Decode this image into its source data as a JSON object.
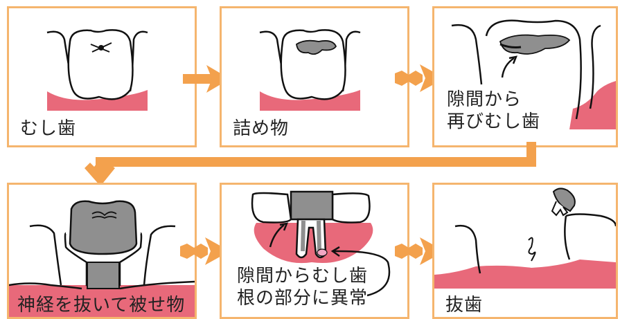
{
  "colors": {
    "border": "#f5b56e",
    "arrow": "#f3a14d",
    "gum": "#e8697a",
    "gray": "#8f8f8f",
    "dark_gray": "#6f6f6f"
  },
  "steps": [
    {
      "caption": "むし歯"
    },
    {
      "caption": "詰め物"
    },
    {
      "caption_line1": "隙間から",
      "caption_line2": "再びむし歯"
    },
    {
      "caption": "神経を抜いて被せ物"
    },
    {
      "caption_line1": "隙間からむし歯",
      "caption_line2": "根の部分に異常"
    },
    {
      "caption": "抜歯"
    }
  ]
}
